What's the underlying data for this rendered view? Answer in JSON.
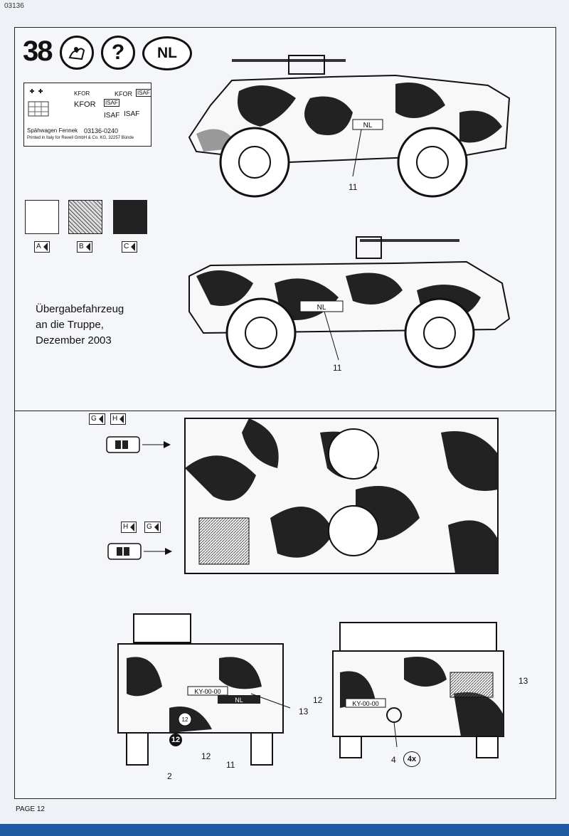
{
  "header": {
    "code": "03136"
  },
  "step": {
    "number": "38",
    "help_symbol": "?",
    "country": "NL"
  },
  "decal_sheet": {
    "labels": [
      "KFOR",
      "KFOR",
      "KFOR",
      "ISAF",
      "ISAF",
      "ISAF",
      "ISAF"
    ],
    "name": "Spähwagen Fennek",
    "code": "03136-0240",
    "printed": "Printed in Italy for Revell GmbH & Co. KG, 32257 Bünde"
  },
  "swatches": [
    {
      "letter": "A",
      "color": "#ffffff"
    },
    {
      "letter": "B",
      "color": "#8a8a8a"
    },
    {
      "letter": "C",
      "color": "#222222"
    }
  ],
  "caption": {
    "line1": "Übergabefahrzeug",
    "line2": "an die Truppe,",
    "line3": "Dezember 2003"
  },
  "views": {
    "side_right": {
      "plate": "NL",
      "callout": "11"
    },
    "side_left": {
      "plate": "NL",
      "callout": "11"
    },
    "top": {
      "tag_upper": [
        "G",
        "H"
      ],
      "tag_lower": [
        "H",
        "G"
      ]
    },
    "front": {
      "plate": "KY-00-00",
      "nl_plate": "NL",
      "callouts": {
        "c12a": "12",
        "c12b": "12",
        "c12c": "12",
        "c11": "11",
        "c13": "13",
        "c2": "2"
      }
    },
    "rear": {
      "plate": "KY-00-00",
      "callouts": {
        "c13": "13",
        "c12": "12",
        "c4": "4",
        "c4x": "4x"
      }
    }
  },
  "footer": {
    "page": "PAGE 12"
  }
}
